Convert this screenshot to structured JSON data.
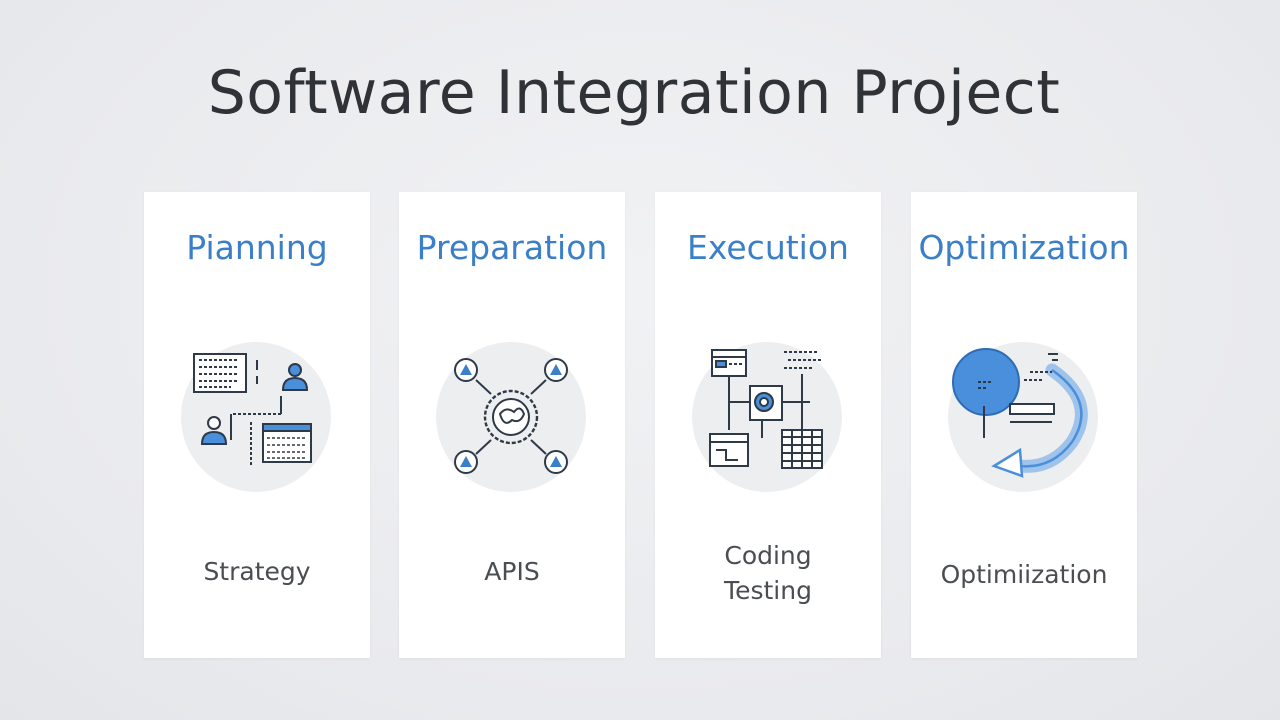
{
  "title": "Software Integration Project",
  "colors": {
    "accent": "#3a7fc8",
    "icon_stroke": "#2e3a48",
    "icon_blue": "#4a8fdc"
  },
  "phases": [
    {
      "label": "Pianning",
      "icon": "planning-icon",
      "items": [
        "Strategy"
      ]
    },
    {
      "label": "Preparation",
      "icon": "api-network-icon",
      "items": [
        "APIS"
      ]
    },
    {
      "label": "Execution",
      "icon": "flowchart-icon",
      "items": [
        "Coding",
        "Testing"
      ]
    },
    {
      "label": "Optimization",
      "icon": "cycle-arrow-icon",
      "items": [
        "Optimiization"
      ]
    }
  ]
}
